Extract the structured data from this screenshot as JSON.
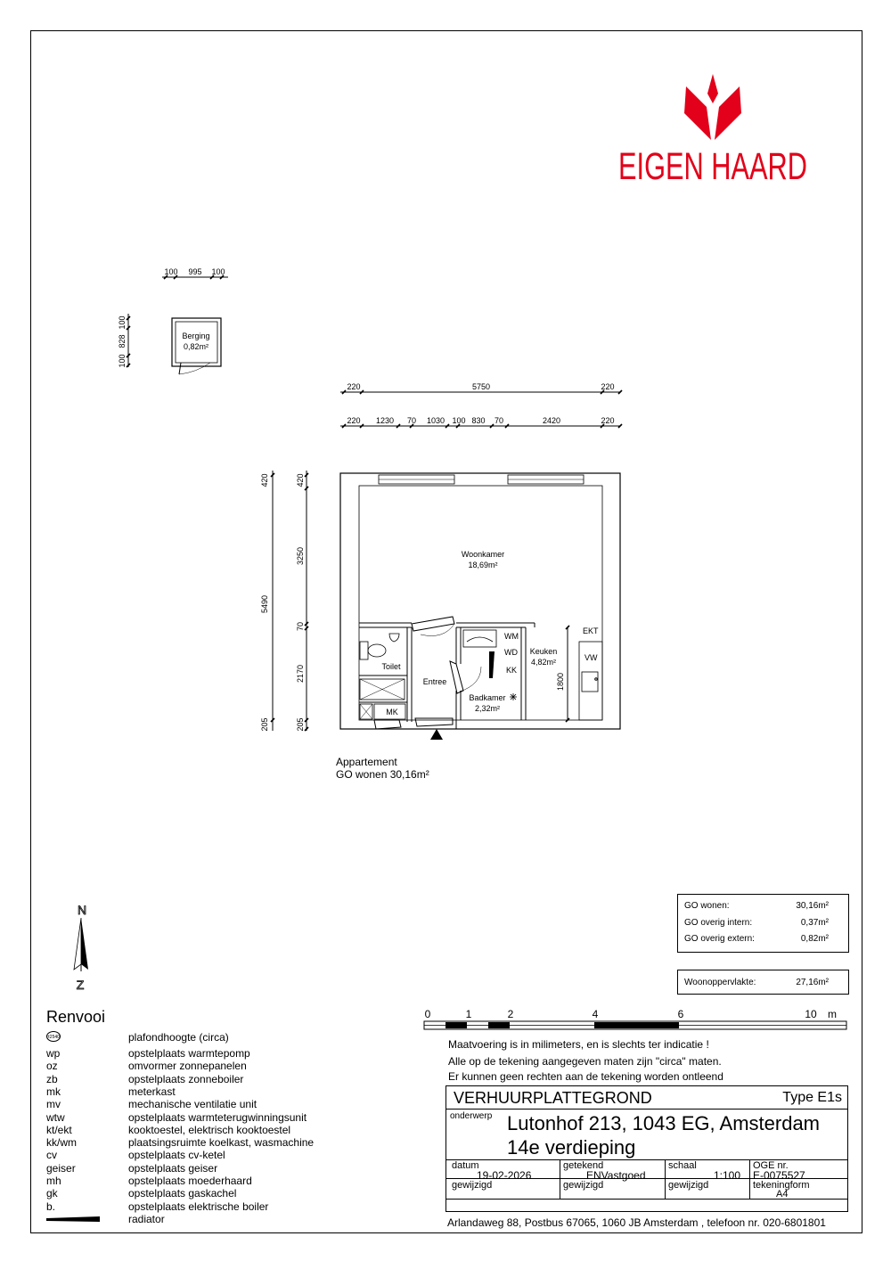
{
  "brand": {
    "name": "EIGEN HAARD",
    "color": "#e2001a"
  },
  "plan": {
    "rooms": {
      "storage": {
        "label": "Berging",
        "area": "0,82m²"
      },
      "living": {
        "label": "Woonkamer",
        "area": "18,69m²"
      },
      "kitchen": {
        "label": "Keuken",
        "area": "4,82m²"
      },
      "bathroom": {
        "label": "Badkamer",
        "area": "2,32m²"
      },
      "toilet": {
        "label": "Toilet"
      },
      "entrance": {
        "label": "Entree"
      },
      "meter": {
        "label": "MK"
      }
    },
    "fixtures": {
      "wm": "WM",
      "wd": "WD",
      "kk": "KK",
      "ekt": "EKT",
      "vw": "VW"
    },
    "storage_dims": {
      "top": [
        "100",
        "995",
        "100"
      ],
      "side": [
        "100",
        "828",
        "100"
      ]
    },
    "dims_top_total": [
      "220",
      "5750",
      "220"
    ],
    "dims_top_parts": [
      "220",
      "1230",
      "70",
      "1030",
      "100",
      "830",
      "70",
      "2420",
      "220"
    ],
    "dims_left_total": "5490",
    "dims_left_parts": [
      "420",
      "3250",
      "70",
      "2170",
      "205"
    ],
    "dims_left_outer": [
      "420",
      "205"
    ],
    "dim_kitchen": "1800",
    "caption_line1": "Appartement",
    "caption_line2": "GO wonen 30,16m²"
  },
  "compass": {
    "north": "N",
    "south": "Z"
  },
  "legend": {
    "title": "Renvooi",
    "ceiling_icon": "±2540",
    "ceiling_desc": "plafondhoogte (circa)",
    "items": [
      {
        "abbr": "wp",
        "desc": "opstelplaats warmtepomp"
      },
      {
        "abbr": "oz",
        "desc": "omvormer zonnepanelen"
      },
      {
        "abbr": "zb",
        "desc": "opstelplaats zonneboiler"
      },
      {
        "abbr": "mk",
        "desc": "meterkast"
      },
      {
        "abbr": "mv",
        "desc": "mechanische ventilatie unit"
      },
      {
        "abbr": "wtw",
        "desc": "opstelplaats warmteterugwinningsunit"
      },
      {
        "abbr": "kt/ekt",
        "desc": "kooktoestel, elektrisch kooktoestel"
      },
      {
        "abbr": "kk/wm",
        "desc": "plaatsingsruimte koelkast, wasmachine"
      },
      {
        "abbr": "cv",
        "desc": "opstelplaats cv-ketel"
      },
      {
        "abbr": "geiser",
        "desc": "opstelplaats geiser"
      },
      {
        "abbr": "mh",
        "desc": "opstelplaats moederhaard"
      },
      {
        "abbr": "gk",
        "desc": "opstelplaats gaskachel"
      },
      {
        "abbr": "b.",
        "desc": "opstelplaats elektrische boiler"
      }
    ],
    "radiator_desc": "radiator"
  },
  "areas": {
    "rows": [
      {
        "label": "GO wonen:",
        "value": "30,16m²"
      },
      {
        "label": "GO overig intern:",
        "value": "0,37m²"
      },
      {
        "label": "GO overig extern:",
        "value": "0,82m²"
      }
    ],
    "living_area": {
      "label": "Woonoppervlakte:",
      "value": "27,16m²"
    }
  },
  "scale_bar": {
    "labels": [
      "0",
      "1",
      "2",
      "4",
      "6",
      "10"
    ],
    "unit": "m"
  },
  "notes": [
    "Maatvoering is in milimeters, en is slechts ter indicatie !",
    "Alle op de tekening aangegeven maten zijn \"circa\" maten.",
    "Er kunnen geen rechten aan de tekening worden ontleend"
  ],
  "title_block": {
    "doc_title": "VERHUURPLATTEGROND",
    "type": "Type E1s",
    "subject_label": "onderwerp",
    "address": "Lutonhof 213, 1043 EG, Amsterdam",
    "floor": "14e verdieping",
    "date_label": "datum",
    "date": "19-02-2026",
    "drawn_label": "getekend",
    "drawn": "ENVastgoed",
    "scale_label": "schaal",
    "scale": "1:100",
    "oge_label": "OGE nr.",
    "oge": "E-0075527",
    "changed1": "gewijzigd",
    "changed2": "gewijzigd",
    "changed3": "gewijzigd",
    "format_label": "tekeningform",
    "format": "A4"
  },
  "footer": "Arlandaweg 88, Postbus 67065, 1060 JB Amsterdam , telefoon nr. 020-6801801"
}
